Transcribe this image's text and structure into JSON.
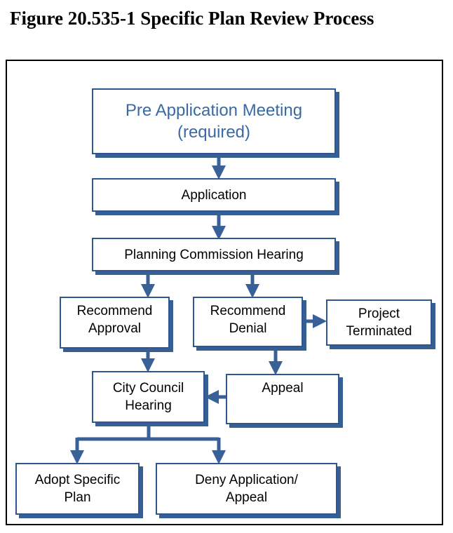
{
  "title": "Figure 20.535-1 Specific Plan Review Process",
  "colors": {
    "box_border": "#2c5791",
    "arrow": "#3a6098",
    "title_box_text": "#3a6aa6"
  },
  "nodes": {
    "pre_application": "Pre Application Meeting\n(required)",
    "application": "Application",
    "planning_commission": "Planning Commission Hearing",
    "recommend_approval": "Recommend\nApproval",
    "recommend_denial": "Recommend\nDenial",
    "project_terminated": "Project\nTerminated",
    "city_council": "City Council\nHearing",
    "appeal": "Appeal",
    "adopt_plan": "Adopt Specific\nPlan",
    "deny_application": "Deny Application/\nAppeal"
  }
}
